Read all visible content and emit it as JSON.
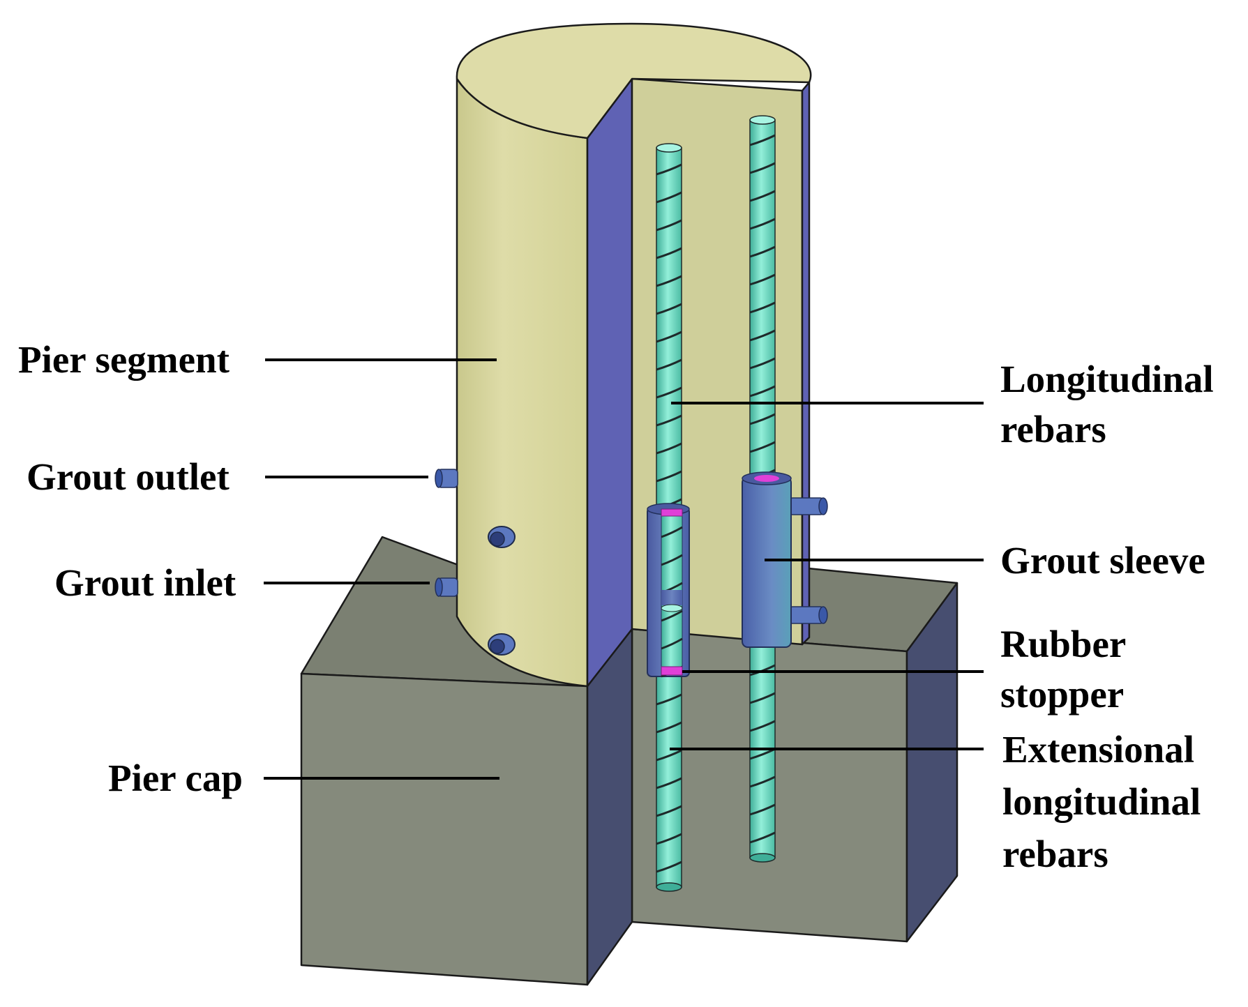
{
  "labels": {
    "pier_segment": "Pier segment",
    "grout_outlet": "Grout outlet",
    "grout_inlet": "Grout inlet",
    "pier_cap": "Pier cap",
    "longitudinal_rebars": [
      "Longitudinal",
      "rebars"
    ],
    "grout_sleeve": "Grout sleeve",
    "rubber_stopper": [
      "Rubber",
      "stopper"
    ],
    "extensional_rebars": [
      "Extensional",
      "longitudinal",
      "rebars"
    ]
  },
  "colors": {
    "pier_segment": "#d8d79e",
    "pier_segment_top": "#dedca8",
    "cut_face": "#cfcf9a",
    "cut_side": "#5f62b4",
    "pier_cap_front": "#858a7c",
    "pier_cap_top": "#7b8072",
    "pier_cap_side": "#474e70",
    "rebar": "#7fe0c8",
    "rebar_helix": "#1e2a2a",
    "sleeve": "#5c70b0",
    "rubber_stopper": "#e040d8",
    "port": "#5c78c0"
  }
}
